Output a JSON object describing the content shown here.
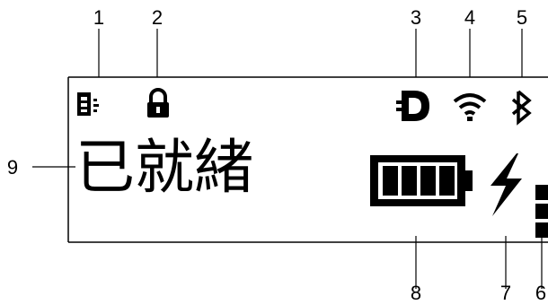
{
  "callouts": {
    "c1": "1",
    "c2": "2",
    "c3": "3",
    "c4": "4",
    "c5": "5",
    "c6": "6",
    "c7": "7",
    "c8": "8",
    "c9": "9"
  },
  "display": {
    "status_text": "已就緒",
    "icons": [
      "pc-connection-icon",
      "lock-icon",
      "wifi-direct-icon",
      "wifi-icon",
      "bluetooth-icon",
      "battery-level-icon",
      "charging-icon",
      "data-level-icon"
    ],
    "battery_level_bars": 4,
    "data_level_bars": 3
  }
}
